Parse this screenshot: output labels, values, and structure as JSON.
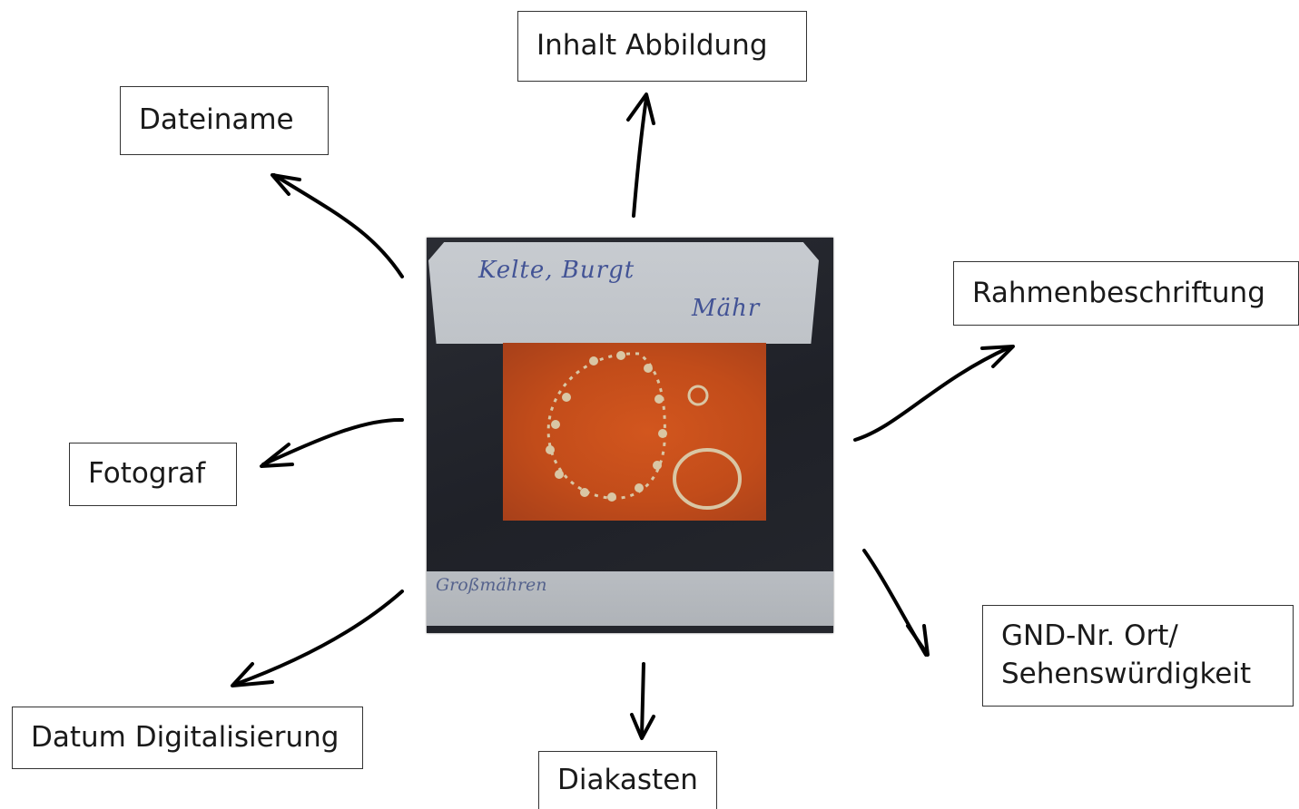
{
  "labels": {
    "inhalt_abbildung": "Inhalt Abbildung",
    "dateiname": "Dateiname",
    "rahmenbeschriftung": "Rahmenbeschriftung",
    "fotograf": "Fotograf",
    "gnd_line1": "GND-Nr. Ort/",
    "gnd_line2": "Sehenswürdigkeit",
    "datum_digitalisierung": "Datum Digitalisierung",
    "diakasten": "Diakasten"
  },
  "slide": {
    "handwriting_top_1": "Kelte, Burgt",
    "handwriting_top_2": "Mähr",
    "handwriting_bottom": "Großmähren"
  },
  "colors": {
    "arrow": "#000000",
    "slide_frame": "#22242a",
    "slide_label": "#c3c7cc",
    "photo_background": "#c74f1c",
    "jewelry": "#d9c6a4"
  }
}
